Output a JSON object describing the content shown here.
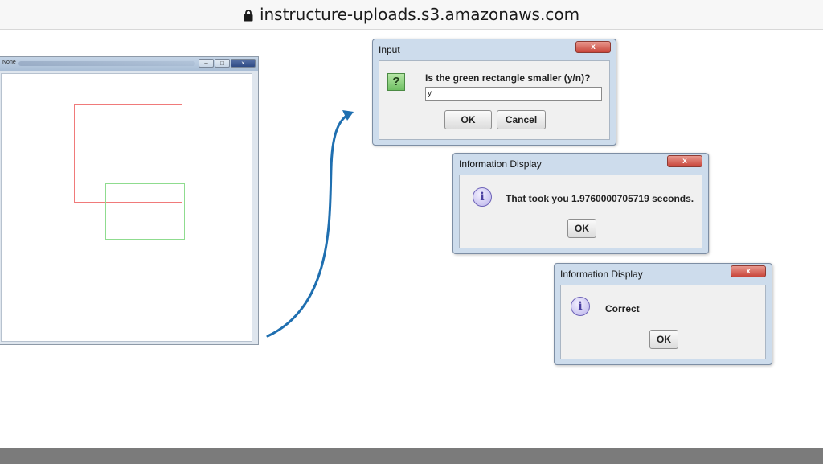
{
  "browser": {
    "url": "instructure-uploads.s3.amazonaws.com"
  },
  "java_window": {
    "title": "None",
    "minimize_label": "–",
    "maximize_label": "□",
    "close_label": "×"
  },
  "input_dialog": {
    "title": "Input",
    "icon_glyph": "?",
    "message": "Is the green rectangle smaller (y/n)?",
    "input_value": "y",
    "ok_label": "OK",
    "cancel_label": "Cancel",
    "close_label": "x"
  },
  "time_dialog": {
    "title": "Information Display",
    "icon_glyph": "i",
    "message": "That took you  1.9760000705719 seconds.",
    "ok_label": "OK",
    "close_label": "x"
  },
  "result_dialog": {
    "title": "Information Display",
    "icon_glyph": "i",
    "message": "Correct",
    "ok_label": "OK",
    "close_label": "x"
  },
  "colors": {
    "rect_red": "#f07a7a",
    "rect_green": "#8fdc8f",
    "arrow": "#1f6fb0"
  }
}
